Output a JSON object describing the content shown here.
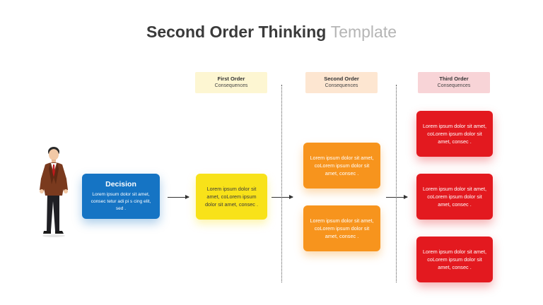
{
  "title": {
    "bold": "Second Order Thinking",
    "light": "Template"
  },
  "columns": [
    {
      "title": "First Order",
      "subtitle": "Consequences",
      "color": "#fdf6d2"
    },
    {
      "title": "Second Order",
      "subtitle": "Consequences",
      "color": "#fde6d1"
    },
    {
      "title": "Third Order",
      "subtitle": "Consequences",
      "color": "#f8d4d7"
    }
  ],
  "decision": {
    "title": "Decision",
    "text": "Lorem ipsum dolor sit amet, consec tetur adi pi s cing elit, sed .",
    "color": "#1574c4"
  },
  "first_order": {
    "text": "Lorem ipsum dolor sit amet, coLorem ipsum dolor sit amet, consec .",
    "color": "#f8e219"
  },
  "second_order": [
    {
      "text": "Lorem ipsum dolor sit amet, coLorem ipsum dolor sit amet, consec ."
    },
    {
      "text": "Lorem ipsum dolor sit amet, coLorem ipsum dolor sit amet, consec ."
    }
  ],
  "third_order": [
    {
      "text": "Lorem ipsum dolor sit amet, coLorem ipsum dolor sit amet, consec ."
    },
    {
      "text": "Lorem ipsum dolor sit amet, coLorem ipsum dolor sit amet, consec ."
    },
    {
      "text": "Lorem ipsum dolor sit amet, coLorem ipsum dolor sit amet, consec ."
    }
  ],
  "icons": {
    "person": "businessman-icon",
    "arrow": "arrow-right-icon"
  }
}
